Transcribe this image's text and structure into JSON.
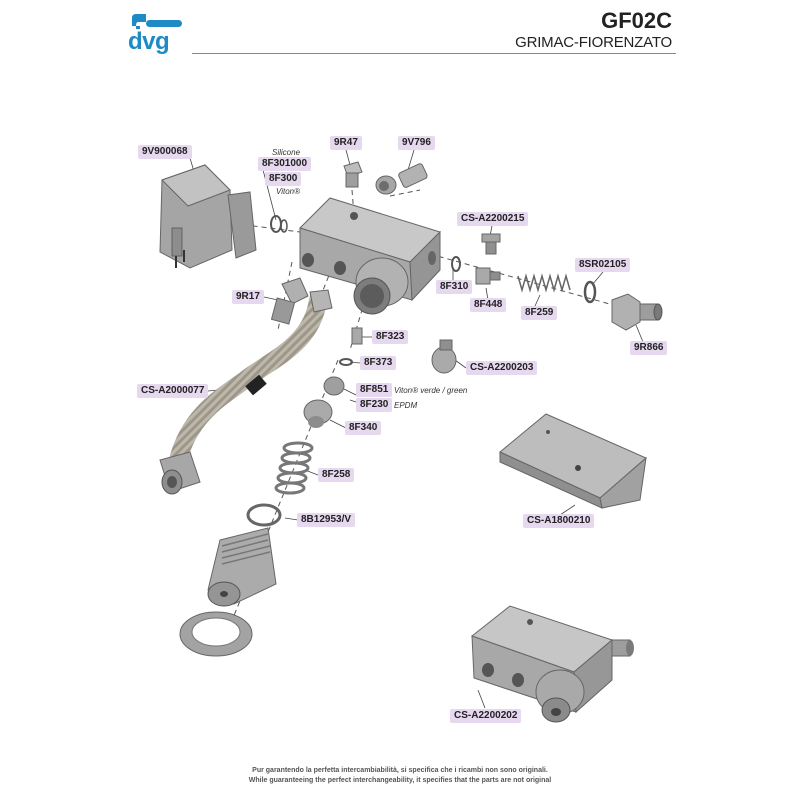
{
  "header": {
    "brand": "dvg",
    "model": "GF02C",
    "manufacturer": "GRIMAC-FIORENZATO"
  },
  "parts": [
    {
      "code": "9V900068"
    },
    {
      "code": "8F301000",
      "note": "Silicone"
    },
    {
      "code": "8F300",
      "note": "Viton®"
    },
    {
      "code": "9R47"
    },
    {
      "code": "9V796"
    },
    {
      "code": "CS-A2200215"
    },
    {
      "code": "8SR02105"
    },
    {
      "code": "8F310"
    },
    {
      "code": "8F448"
    },
    {
      "code": "8F259"
    },
    {
      "code": "9R866"
    },
    {
      "code": "9R17"
    },
    {
      "code": "8F323"
    },
    {
      "code": "8F373"
    },
    {
      "code": "CS-A2200203"
    },
    {
      "code": "CS-A2000077"
    },
    {
      "code": "8F851",
      "note": "Viton® verde / green"
    },
    {
      "code": "8F230",
      "note": "EPDM"
    },
    {
      "code": "8F340"
    },
    {
      "code": "CS-A1800210"
    },
    {
      "code": "8F258"
    },
    {
      "code": "8B12953/V"
    },
    {
      "code": "CS-A2200202"
    }
  ],
  "footer": {
    "it": "Pur garantendo la perfetta intercambiabilità, si specifica che i ricambi non sono originali.",
    "en": "While guaranteeing the perfect interchangeability, it specifies that the parts are not original"
  },
  "colors": {
    "brand_blue": "#1e8ac6",
    "label_bg": "#e6d8ef",
    "part_gray": "#a9a9a9"
  }
}
